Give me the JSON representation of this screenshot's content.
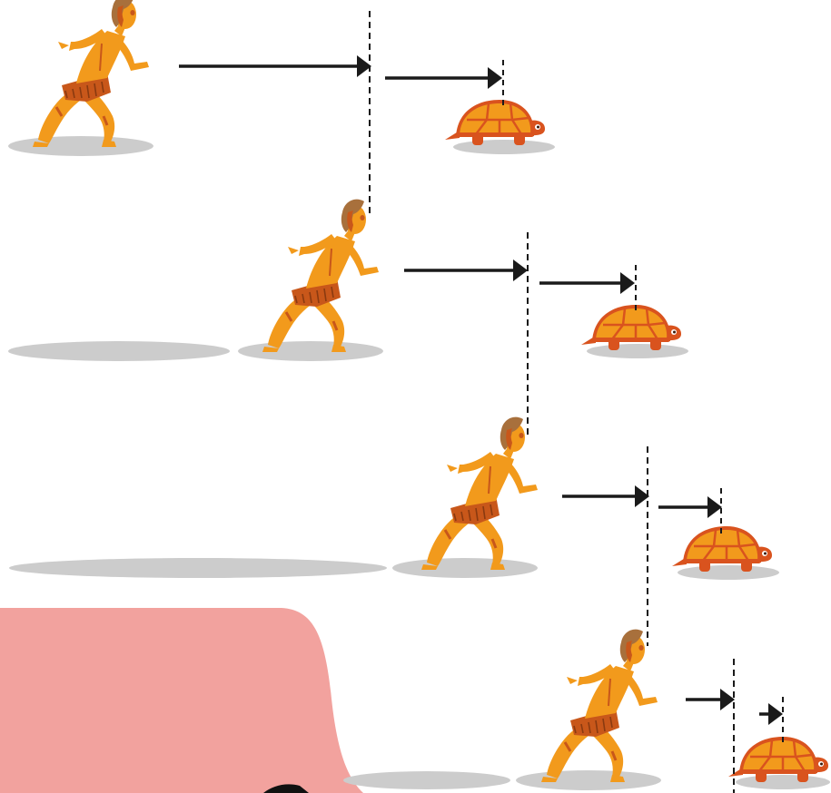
{
  "title": "",
  "colors": {
    "background": "#ffffff",
    "runner_skin": "#f29a1c",
    "runner_dark": "#c8571a",
    "runner_hair": "#a8703c",
    "tortoise_shell": "#f29a1c",
    "tortoise_body": "#d9531e",
    "shadow": "#cccccc",
    "arrow": "#1a1a1a",
    "dashed_line": "#1a1a1a",
    "pink_shape": "#f2a29e"
  },
  "icons": {
    "runner": "running-man-icon",
    "tortoise": "tortoise-icon",
    "arrow": "right-arrow-icon"
  },
  "stages": [
    {
      "id": 1,
      "label": "",
      "achilles_arrow": "long",
      "tortoise_arrow": "medium"
    },
    {
      "id": 2,
      "label": "",
      "achilles_arrow": "medium",
      "tortoise_arrow": "short"
    },
    {
      "id": 3,
      "label": "",
      "achilles_arrow": "short",
      "tortoise_arrow": "shorter"
    },
    {
      "id": 4,
      "label": "",
      "achilles_arrow": "shorter",
      "tortoise_arrow": "tiny"
    }
  ]
}
